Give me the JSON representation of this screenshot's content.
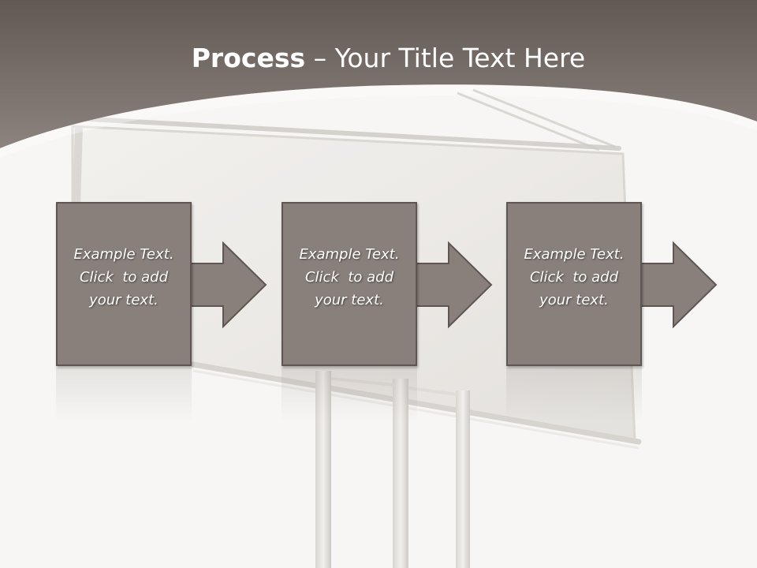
{
  "slide": {
    "title_bold": "Process",
    "title_rest": " – Your Title Text Here"
  },
  "steps": [
    {
      "lines": [
        "Example Text.",
        "Click  to add",
        "your text."
      ]
    },
    {
      "lines": [
        "Example Text.",
        "Click  to add",
        "your text."
      ]
    },
    {
      "lines": [
        "Example Text.",
        "Click  to add",
        "your text."
      ]
    }
  ],
  "colors": {
    "header": "#6f6662",
    "box": "#8a807b",
    "box_border": "#5f5653",
    "background": "#f7f6f4"
  }
}
